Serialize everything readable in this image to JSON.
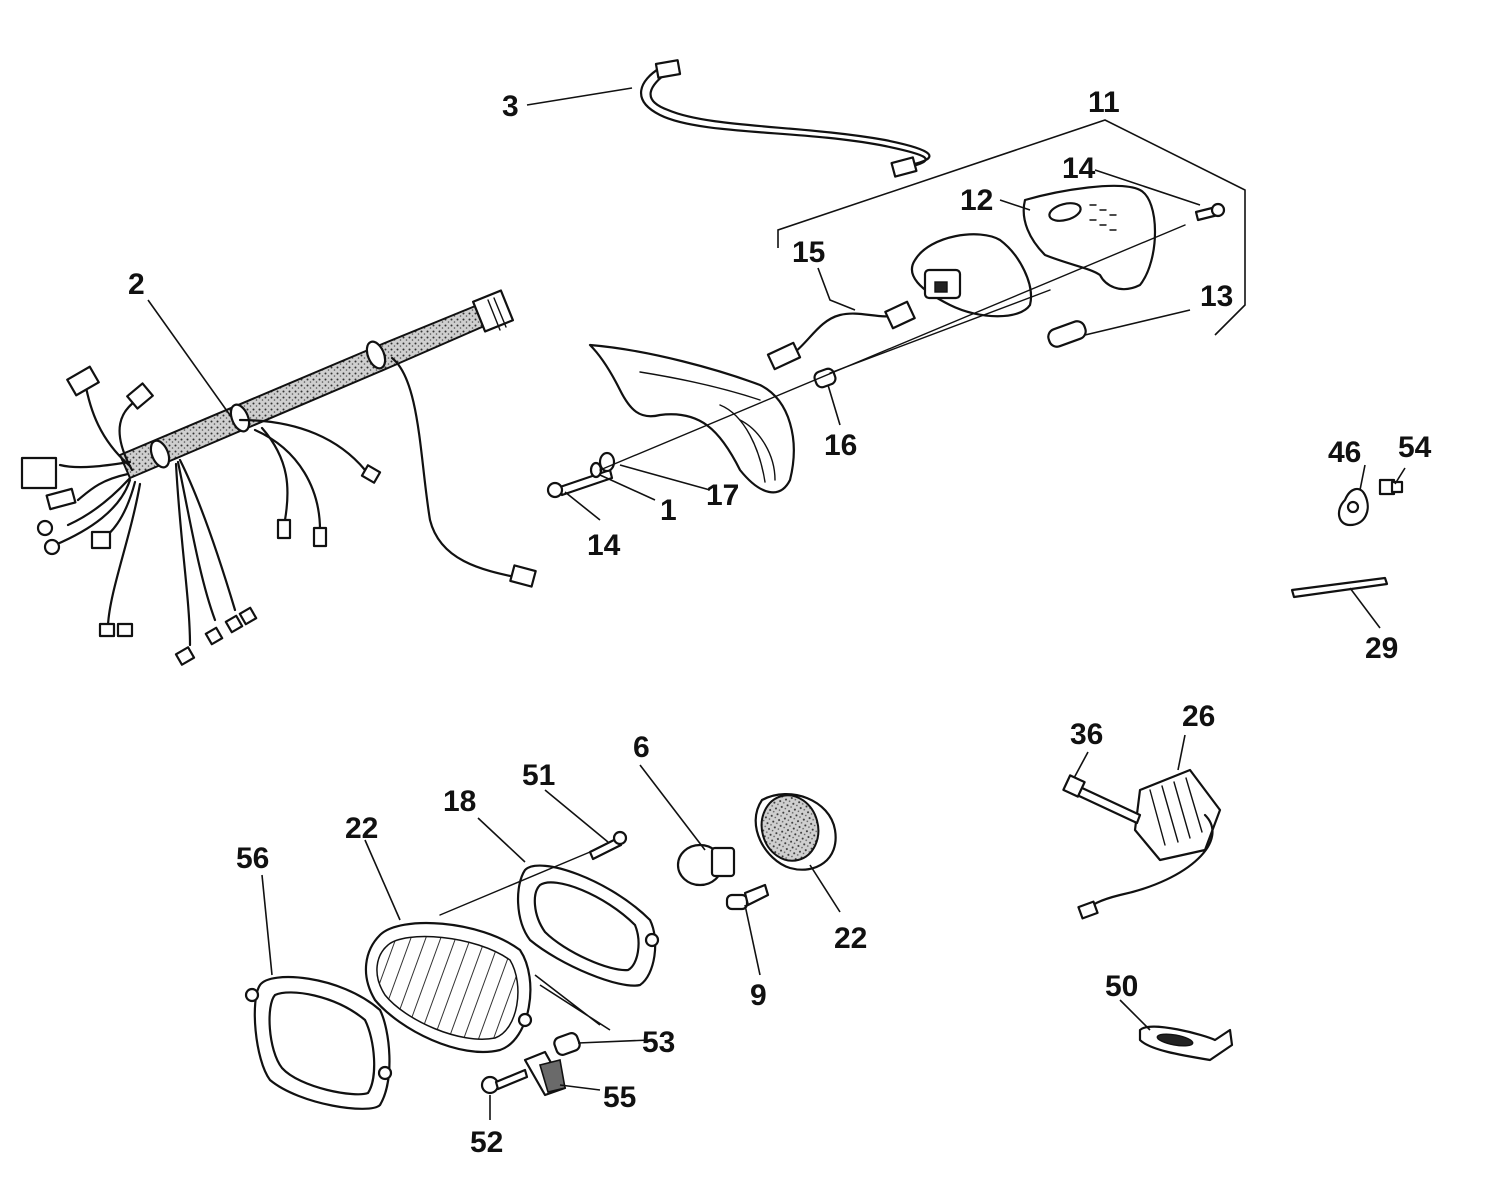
{
  "diagram": {
    "callouts": {
      "c1": "1",
      "c2": "2",
      "c3": "3",
      "c6": "6",
      "c9": "9",
      "c11": "11",
      "c12": "12",
      "c13": "13",
      "c14a": "14",
      "c14b": "14",
      "c15": "15",
      "c16": "16",
      "c17": "17",
      "c18": "18",
      "c22a": "22",
      "c22b": "22",
      "c26": "26",
      "c29": "29",
      "c36": "36",
      "c46": "46",
      "c50": "50",
      "c51": "51",
      "c52": "52",
      "c53": "53",
      "c54": "54",
      "c55": "55",
      "c56": "56"
    }
  }
}
